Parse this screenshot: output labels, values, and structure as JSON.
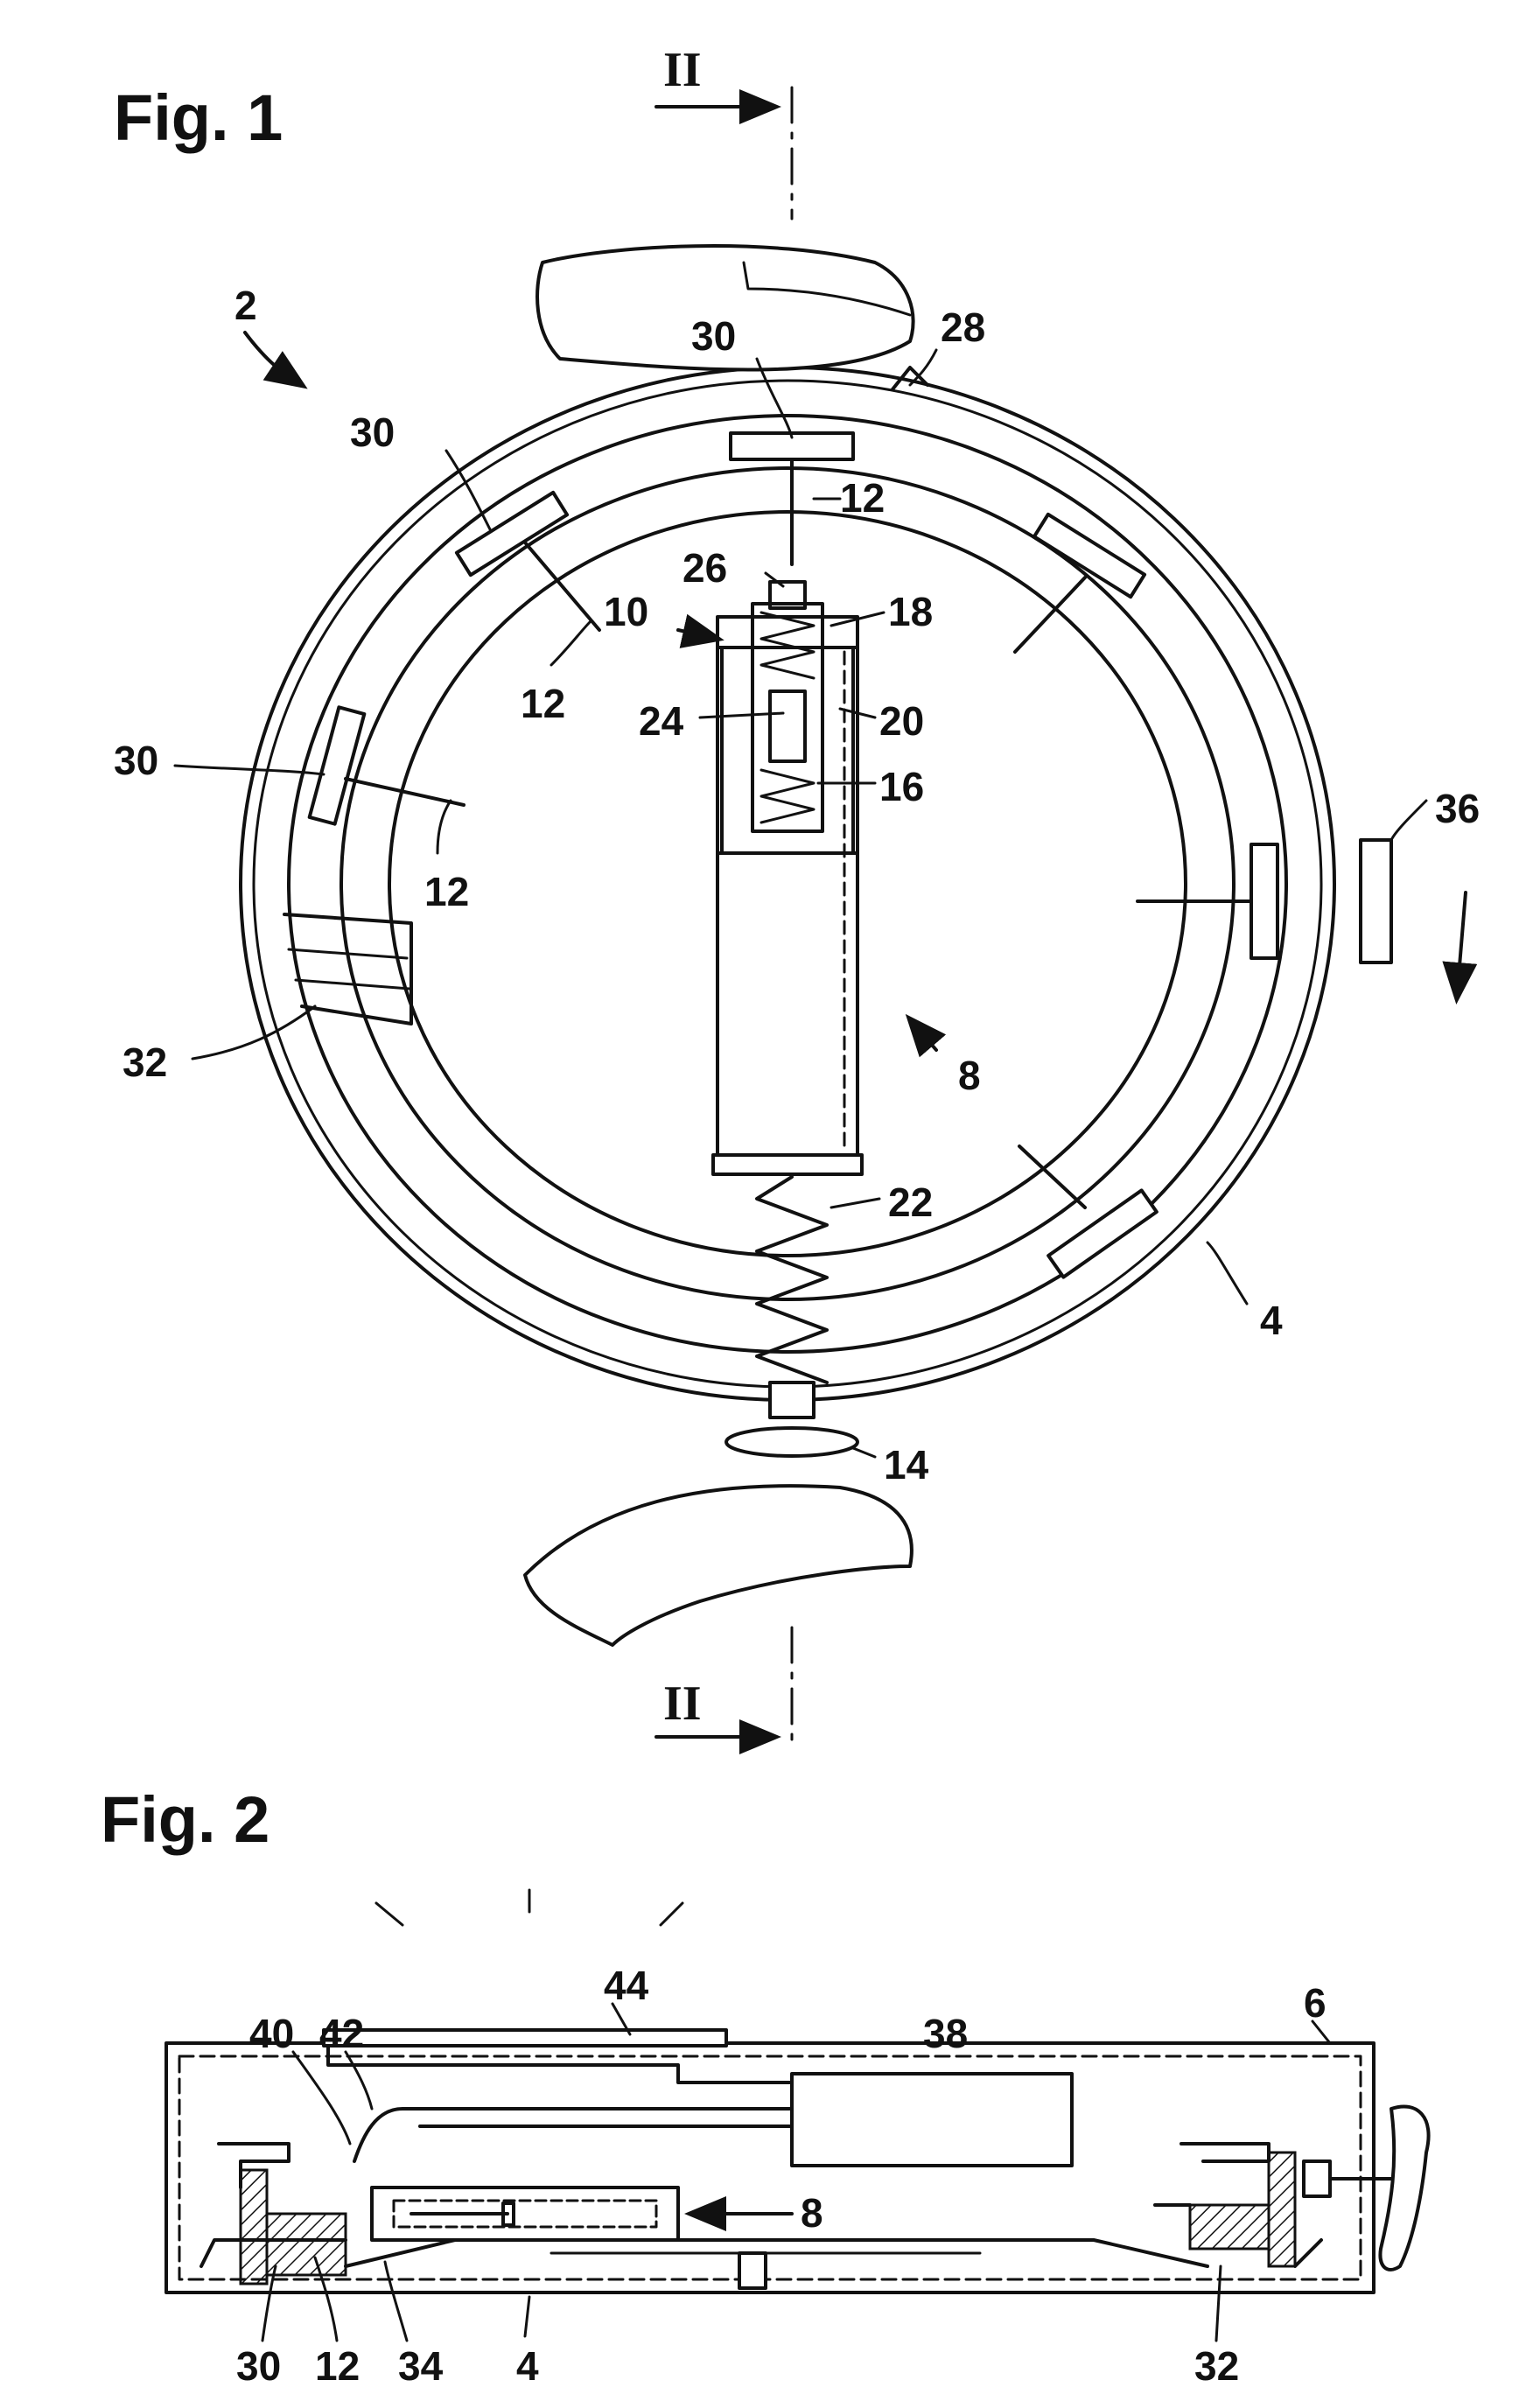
{
  "figures": {
    "fig1": {
      "title": "Fig. 1",
      "section_mark_top": "II",
      "section_mark_bottom": "II",
      "labels": {
        "l2": "2",
        "l28": "28",
        "l30a": "30",
        "l30b": "30",
        "l30c": "30",
        "l12a": "12",
        "l12b": "12",
        "l12c": "12",
        "l26": "26",
        "l10": "10",
        "l18": "18",
        "l24": "24",
        "l20": "20",
        "l16": "16",
        "l36": "36",
        "l32": "32",
        "l8": "8",
        "l22": "22",
        "l4": "4",
        "l14": "14"
      }
    },
    "fig2": {
      "title": "Fig. 2",
      "labels": {
        "l44": "44",
        "l6": "6",
        "l38": "38",
        "l40": "40",
        "l42": "42",
        "l8": "8",
        "l30": "30",
        "l12": "12",
        "l34": "34",
        "l4": "4",
        "l32": "32"
      }
    }
  }
}
